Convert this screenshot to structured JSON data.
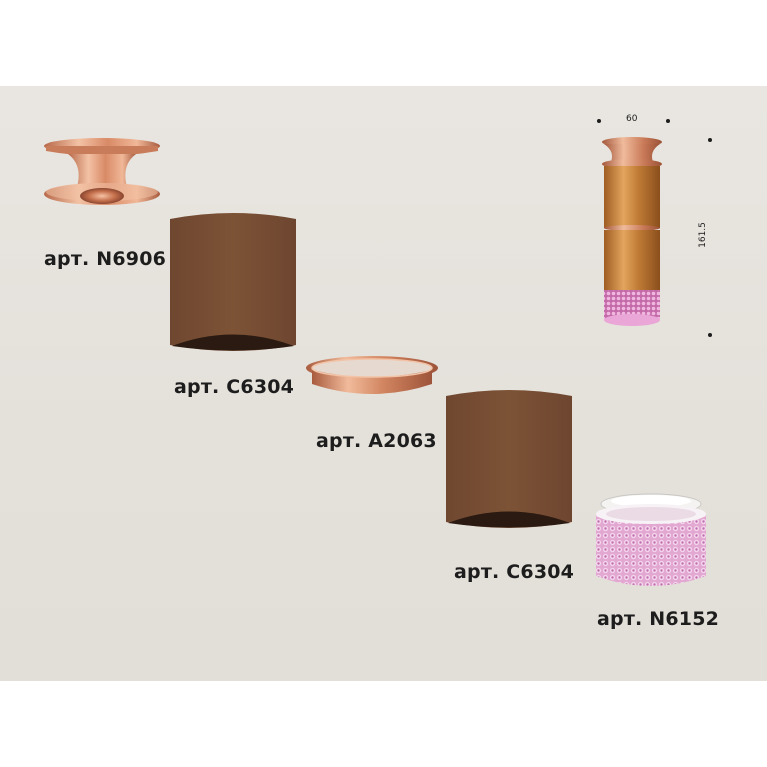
{
  "parts": [
    {
      "label": "арт. N6906",
      "kind": "ceiling-mount-rose-gold"
    },
    {
      "label": "арт. C6304",
      "kind": "brown-cylinder-body"
    },
    {
      "label": "арт. A2063",
      "kind": "rose-gold-ring"
    },
    {
      "label": "арт. C6304",
      "kind": "brown-cylinder-body"
    },
    {
      "label": "арт. N6152",
      "kind": "pink-crystal-diffuser"
    }
  ],
  "assembly": {
    "width_label": "60",
    "height_label": "161.5"
  },
  "colors": {
    "background": "#e6e2dc",
    "brown_body": "#7a5033",
    "rose_gold": "#d9906a",
    "crystal_pink": "#d79ac6",
    "text": "#1d1d1d"
  }
}
